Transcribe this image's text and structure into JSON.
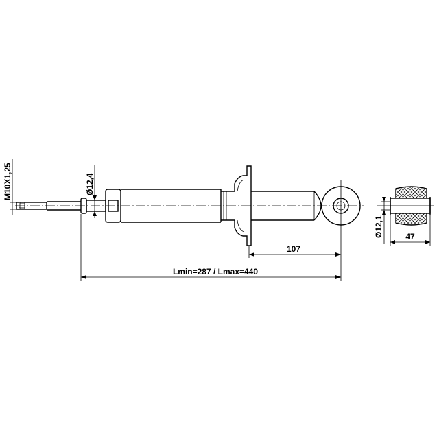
{
  "drawing": {
    "thread_label": "M10X1,25",
    "rod_diameter_label": "Ø12,4",
    "mount_offset_label": "107",
    "length_label": "Lmin=287 / Lmax=440",
    "bushing_diameter_label": "Ø12,1",
    "bushing_width_label": "47"
  }
}
